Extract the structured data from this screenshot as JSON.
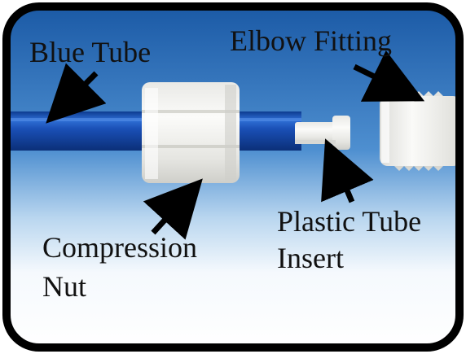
{
  "labels": {
    "blue_tube": "Blue Tube",
    "elbow_fitting": "Elbow Fitting",
    "plastic_tube_insert_line1": "Plastic Tube",
    "plastic_tube_insert_line2": "Insert",
    "compression_nut_line1": "Compression",
    "compression_nut_line2": "Nut"
  },
  "colors": {
    "frame_border": "#000000",
    "sky_top": "#1f5fa8",
    "sky_bottom": "#ffffff",
    "tube": "#1b4fb0",
    "fitting": "#f1f1ee"
  }
}
